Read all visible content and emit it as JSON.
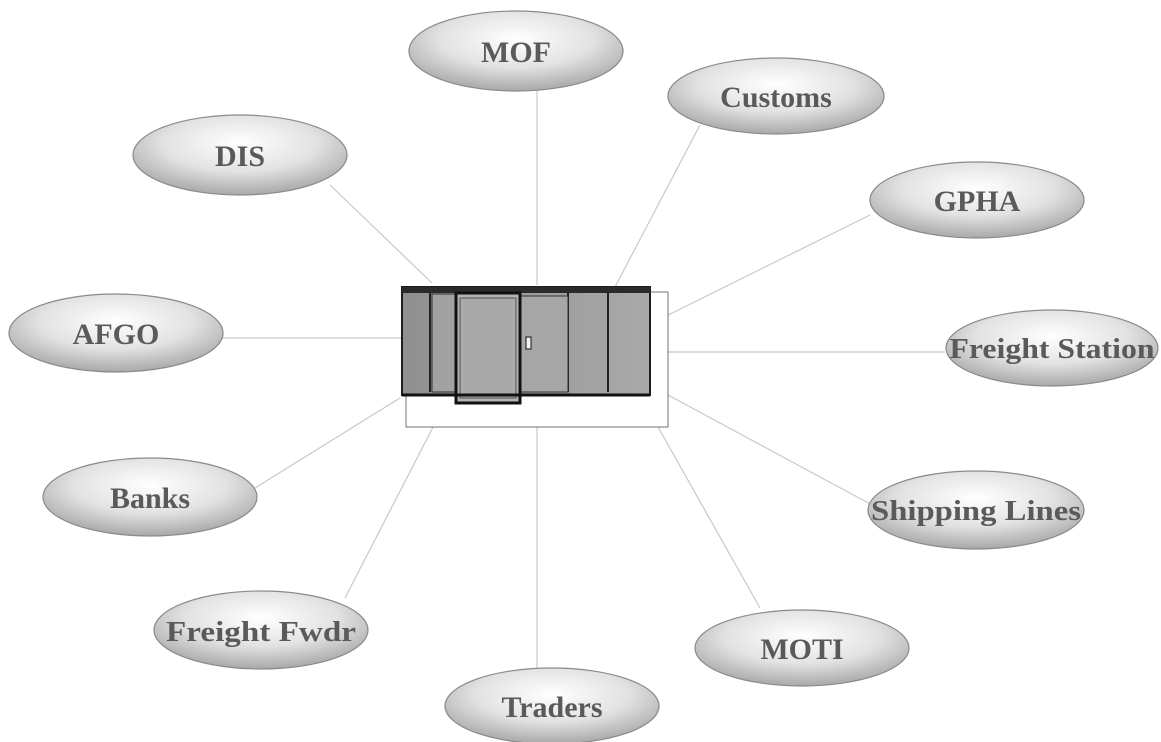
{
  "diagram": {
    "hub": {
      "label": ""
    },
    "nodes": [
      {
        "id": "mof",
        "label": "MOF"
      },
      {
        "id": "customs",
        "label": "Customs"
      },
      {
        "id": "dis",
        "label": "DIS"
      },
      {
        "id": "gpha",
        "label": "GPHA"
      },
      {
        "id": "afgo",
        "label": "AFGO"
      },
      {
        "id": "freight-station",
        "label": "Freight Station"
      },
      {
        "id": "banks",
        "label": "Banks"
      },
      {
        "id": "shipping-lines",
        "label": "Shipping Lines"
      },
      {
        "id": "freight-fwdr",
        "label": "Freight Fwdr"
      },
      {
        "id": "moti",
        "label": "MOTI"
      },
      {
        "id": "traders",
        "label": "Traders"
      }
    ]
  }
}
